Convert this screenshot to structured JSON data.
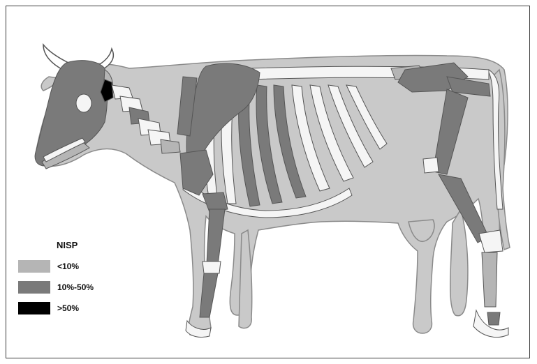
{
  "colors": {
    "background": "#ffffff",
    "body": "#c9c9c9",
    "outline": "#8a8a8a",
    "bone_unrecorded": "#f5f5f5",
    "bone_outline": "#555555",
    "low": "#b5b5b5",
    "mid": "#7a7a7a",
    "high": "#000000"
  },
  "legend": {
    "title": "NISP",
    "items": [
      {
        "label": "<10%",
        "color": "#b5b5b5"
      },
      {
        "label": "10%-50%",
        "color": "#7a7a7a"
      },
      {
        "label": ">50%",
        "color": "#000000"
      }
    ]
  }
}
